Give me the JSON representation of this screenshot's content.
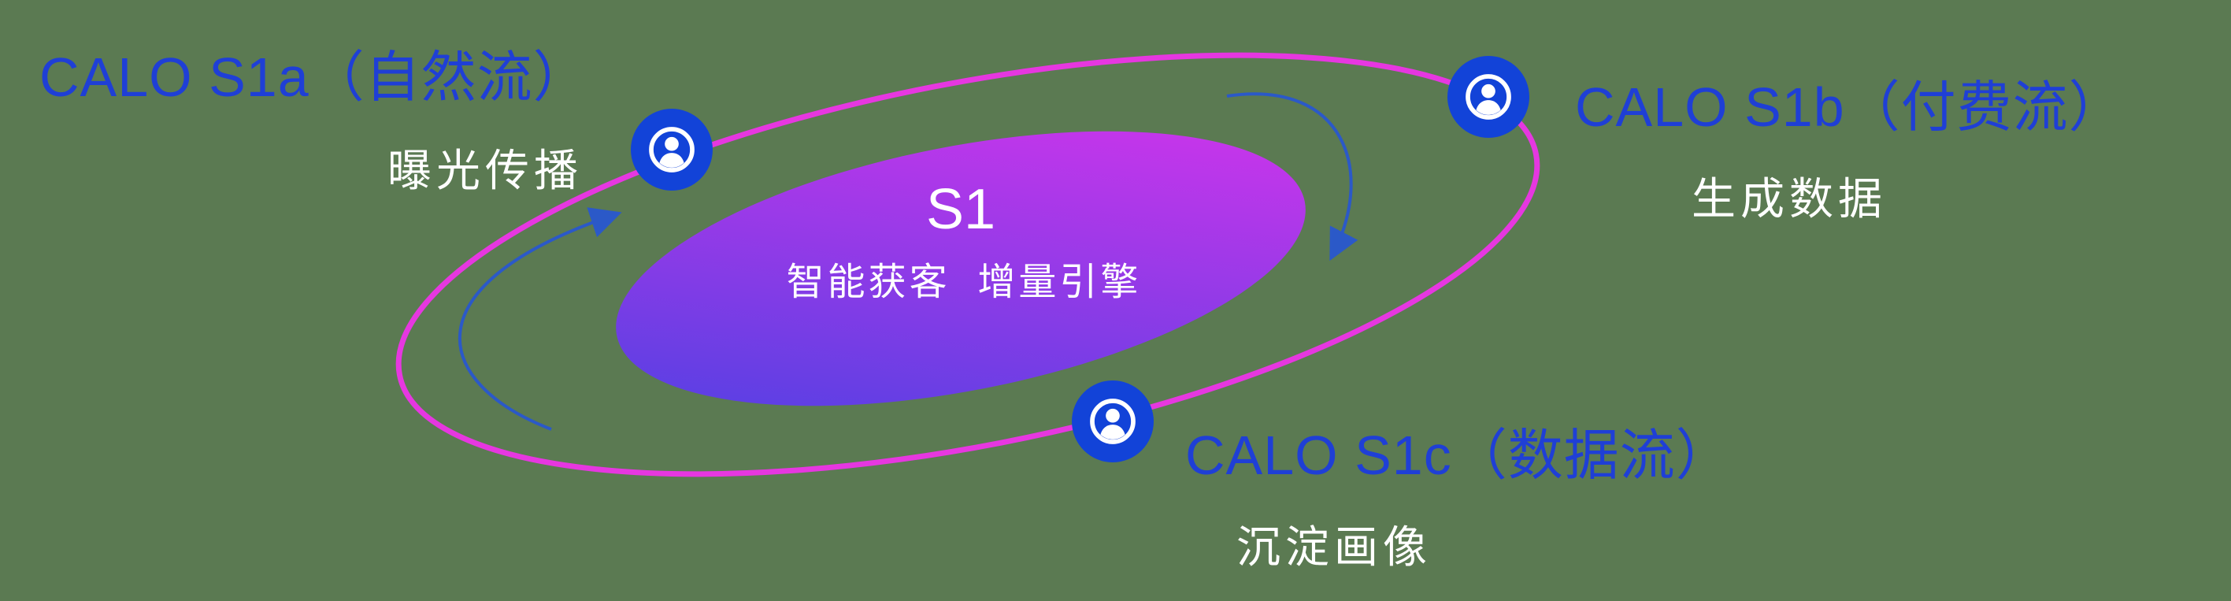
{
  "center": {
    "title": "S1",
    "subtitle": "智能获客  增量引擎"
  },
  "nodes": [
    {
      "id": "s1a",
      "title": "CALO S1a（自然流）",
      "subtitle": "曝光传播"
    },
    {
      "id": "s1b",
      "title": "CALO S1b（付费流）",
      "subtitle": "生成数据"
    },
    {
      "id": "s1c",
      "title": "CALO S1c（数据流）",
      "subtitle": "沉淀画像"
    }
  ],
  "colors": {
    "background": "#5b7a52",
    "title_blue": "#1f3fd6",
    "subtitle_white": "#ffffff",
    "orbit_pink": "#e637e0",
    "node_blue": "#1243d8",
    "arrow_blue": "#2b59c8",
    "center_gradient_start": "#4a41e2",
    "center_gradient_end": "#d934ec"
  }
}
